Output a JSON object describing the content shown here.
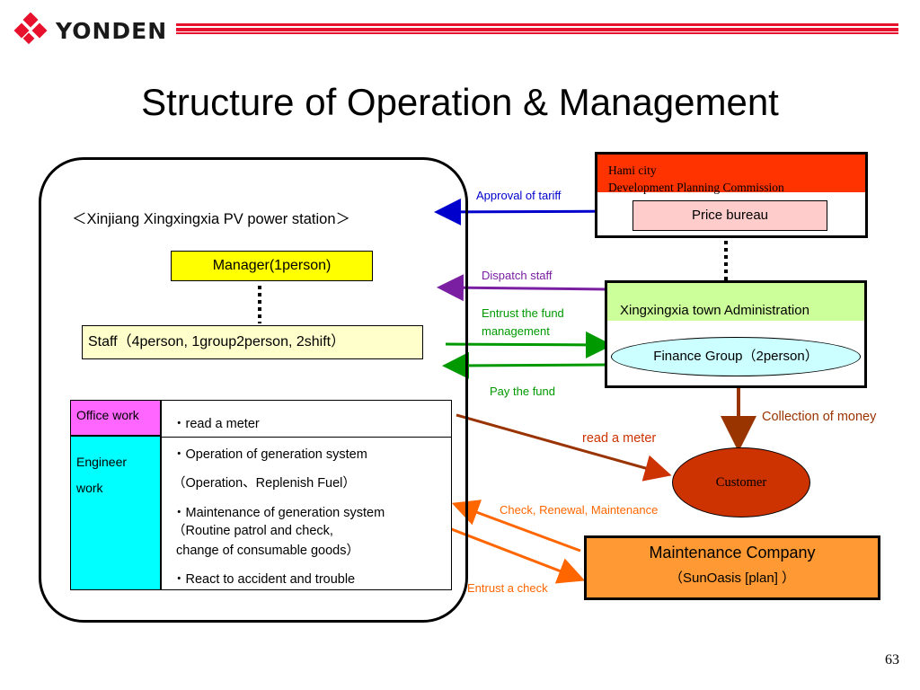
{
  "header": {
    "logo_text": "YONDEN",
    "title": "Structure of Operation & Management"
  },
  "station": {
    "title": "＜Xinjiang Xingxingxia PV power station＞",
    "manager": "Manager(1person)",
    "staff": "Staff（4person, 1group2person, 2shift）",
    "office_label": "Office work",
    "engineer_label_1": "Engineer",
    "engineer_label_2": "work",
    "tasks": [
      "・read a meter",
      "・Operation of generation system",
      "（Operation、Replenish Fuel）",
      "・Maintenance of generation system",
      "（Routine patrol and check,",
      " change of consumable goods）",
      "・React to accident and trouble"
    ]
  },
  "hami": {
    "line1": "Hami city",
    "line2": "Development Planning Commission",
    "price_bureau": "Price bureau"
  },
  "xingxingxia": {
    "admin": "Xingxingxia town Administration",
    "finance": "Finance Group（2person）"
  },
  "customer": "Customer",
  "maintenance": {
    "name": "Maintenance Company",
    "sub": "（SunOasis [plan] ）"
  },
  "arrows": {
    "approval": "Approval of tariff",
    "dispatch": "Dispatch staff",
    "entrust_fund_1": "Entrust the fund",
    "entrust_fund_2": "management",
    "pay_fund": "Pay the fund",
    "collection": "Collection of money",
    "read_meter": "read a meter",
    "check": "Check, Renewal, Maintenance",
    "entrust_check": "Entrust a check"
  },
  "colors": {
    "logo_red": "#e8112d",
    "approval": "#0000cc",
    "dispatch": "#7a1fa2",
    "fund": "#009900",
    "collection": "#993300",
    "read_meter": "#cc3300",
    "maintenance": "#ff6600"
  },
  "page_number": "63"
}
